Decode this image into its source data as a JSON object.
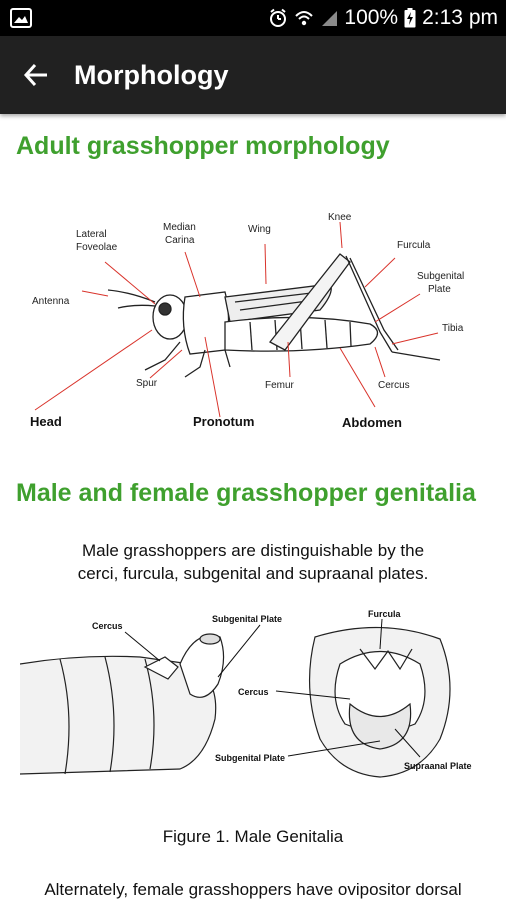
{
  "status_bar": {
    "battery": "100%",
    "time": "2:13 pm"
  },
  "toolbar": {
    "title": "Morphology"
  },
  "section1": {
    "heading": "Adult grasshopper morphology",
    "labels": {
      "lateral": "Lateral",
      "foveolae": "Foveolae",
      "median": "Median",
      "carina": "Carina",
      "wing": "Wing",
      "knee": "Knee",
      "furcula": "Furcula",
      "subgenital": "Subgenital",
      "plate": "Plate",
      "antenna": "Antenna",
      "tibia": "Tibia",
      "spur": "Spur",
      "femur": "Femur",
      "cercus": "Cercus",
      "head": "Head",
      "pronotum": "Pronotum",
      "abdomen": "Abdomen"
    }
  },
  "section2": {
    "heading": "Male and female grasshopper genitalia",
    "intro": "Male grasshoppers are distinguishable by the cerci, furcula, subgenital and supraanal plates.",
    "figure_labels": {
      "cercus_left": "Cercus",
      "subgenital_plate_top": "Subgenital Plate",
      "furcula": "Furcula",
      "cercus_right": "Cercus",
      "subgenital_plate_bottom": "Subgenital Plate",
      "supraanal_plate": "Supraanal Plate"
    },
    "caption": "Figure 1. Male Genitalia",
    "next_text": "Alternately, female grasshoppers have ovipositor dorsal"
  }
}
